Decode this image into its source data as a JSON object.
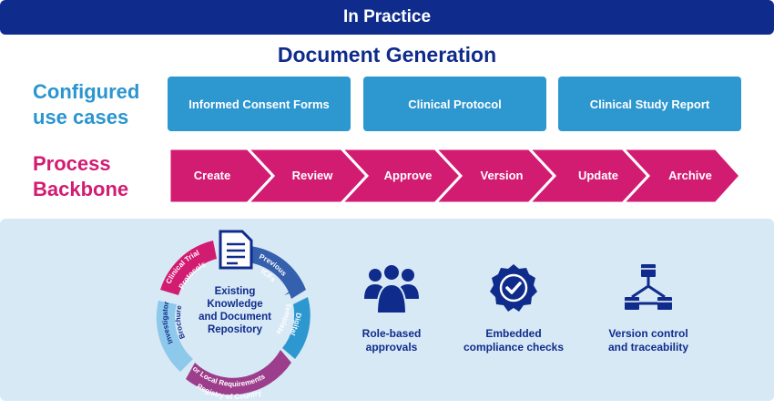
{
  "header": {
    "title": "In Practice"
  },
  "section": {
    "title": "Document Generation"
  },
  "rows": {
    "configured_label_line1": "Configured",
    "configured_label_line2": "use cases",
    "process_label_line1": "Process",
    "process_label_line2": "Backbone"
  },
  "use_cases": [
    "Informed Consent Forms",
    "Clinical Protocol",
    "Clinical Study Report"
  ],
  "process_steps": [
    "Create",
    "Review",
    "Approve",
    "Version",
    "Update",
    "Archive"
  ],
  "cycle": {
    "center_line1": "Existing",
    "center_line2": "Knowledge",
    "center_line3": "and Document",
    "center_line4": "Repository",
    "seg_previous_line1": "Previous",
    "seg_previous_line2": "ICFs",
    "seg_digital_line1": "Digital",
    "seg_digital_line2": "Templates",
    "seg_registry_line1": "Registry of Country",
    "seg_registry_line2": "or Local Requirements",
    "seg_investigator_line1": "Investigator",
    "seg_investigator_line2": "Brochures",
    "seg_clinical_line1": "Clinical Trial",
    "seg_clinical_line2": "Protocols"
  },
  "features": {
    "role_line1": "Role-based",
    "role_line2": "approvals",
    "compliance_line1": "Embedded",
    "compliance_line2": "compliance checks",
    "version_line1": "Version control",
    "version_line2": "and traceability"
  },
  "colors": {
    "navy": "#0f2c8c",
    "blue": "#2d97d0",
    "magenta": "#d21c72",
    "panel": "#d8e9f6"
  },
  "icons": {
    "document": "document-icon",
    "people": "people-group-icon",
    "badge": "checkmark-badge-icon",
    "cubes": "network-cubes-icon"
  }
}
